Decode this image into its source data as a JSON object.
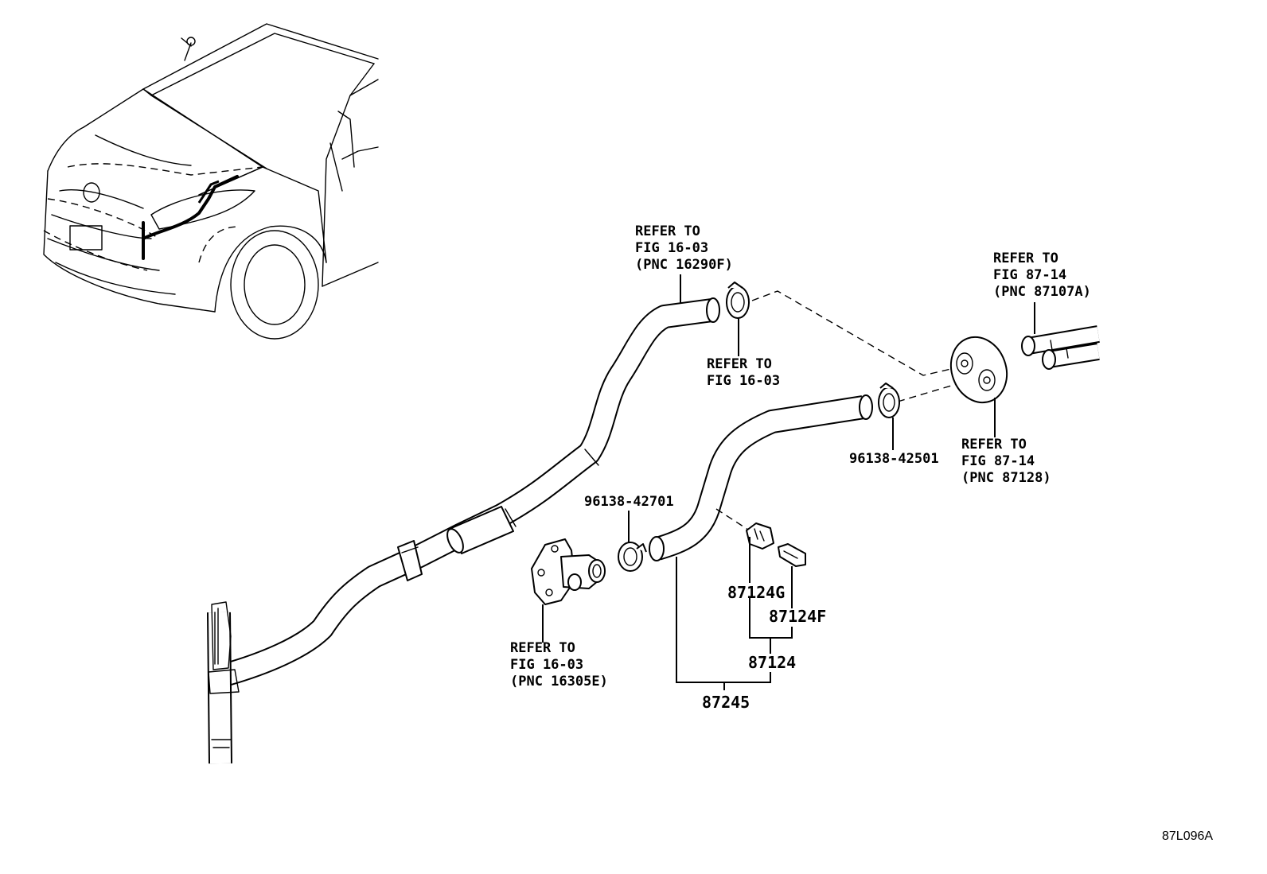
{
  "refs": {
    "top_hose": [
      "REFER TO",
      "FIG 16-03",
      "(PNC 16290F)"
    ],
    "top_clamp": [
      "REFER TO",
      "FIG 16-03"
    ],
    "right_pipes": [
      "REFER TO",
      "FIG 87-14",
      "(PNC 87107A)"
    ],
    "grommet": [
      "REFER TO",
      "FIG 87-14",
      "(PNC 87128)"
    ],
    "water_outlet": [
      "REFER TO",
      "FIG 16-03",
      "(PNC 16305E)"
    ]
  },
  "parts": {
    "clamp_right": "96138-42501",
    "clamp_left": "96138-42701",
    "clip_g": "87124G",
    "clip_f": "87124F",
    "clip_set": "87124",
    "hose": "87245"
  },
  "figure_id": "87L096A"
}
